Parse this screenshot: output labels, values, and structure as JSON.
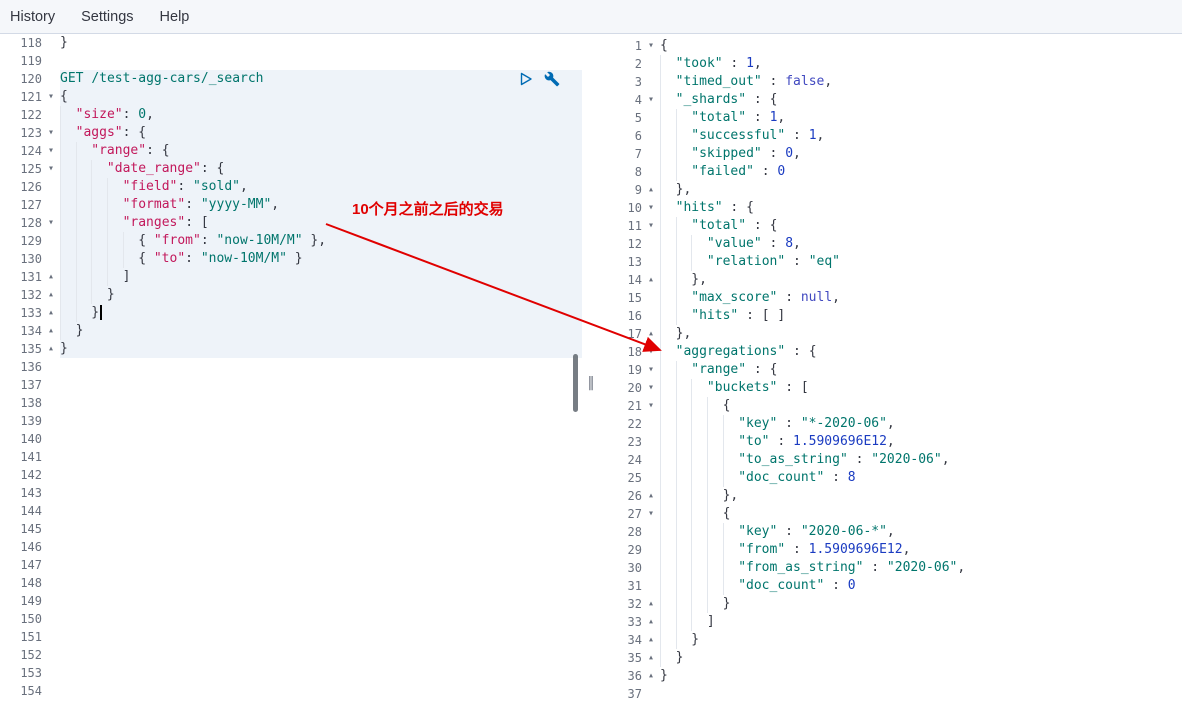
{
  "menu": {
    "items": [
      {
        "label": "History"
      },
      {
        "label": "Settings"
      },
      {
        "label": "Help"
      }
    ]
  },
  "colors": {
    "annotation_red": "#e00000",
    "request_highlight": "#eef3f9",
    "action_icon_blue": "#006bb4"
  },
  "icons": {
    "send_request": "play-icon",
    "request_options": "wrench-icon",
    "fold_open": "▾",
    "fold_close": "▴",
    "resizer": "‖"
  },
  "annotation": {
    "text": "10个月之前之后的交易"
  },
  "editor": {
    "last_visible_number": 154,
    "lines": [
      {
        "n": 118,
        "i": 0,
        "s": [
          [
            "}",
            "punc"
          ]
        ]
      },
      {
        "n": 119,
        "s": []
      },
      {
        "n": 120,
        "hl": true,
        "s": [
          [
            "GET",
            "method"
          ],
          [
            " ",
            "punc"
          ],
          [
            "/test-agg-cars/_search",
            "url"
          ]
        ]
      },
      {
        "n": 121,
        "f": "o",
        "hl": true,
        "i": 0,
        "s": [
          [
            "{",
            "punc"
          ]
        ]
      },
      {
        "n": 122,
        "hl": true,
        "i": 1,
        "s": [
          [
            "\"size\"",
            "key"
          ],
          [
            ": ",
            "punc"
          ],
          [
            "0",
            "num"
          ],
          [
            ",",
            "punc"
          ]
        ]
      },
      {
        "n": 123,
        "f": "o",
        "hl": true,
        "i": 1,
        "s": [
          [
            "\"aggs\"",
            "key"
          ],
          [
            ": ",
            "punc"
          ],
          [
            "{",
            "punc"
          ]
        ]
      },
      {
        "n": 124,
        "f": "o",
        "hl": true,
        "i": 2,
        "s": [
          [
            "\"range\"",
            "key"
          ],
          [
            ": ",
            "punc"
          ],
          [
            "{",
            "punc"
          ]
        ]
      },
      {
        "n": 125,
        "f": "o",
        "hl": true,
        "i": 3,
        "s": [
          [
            "\"date_range\"",
            "key"
          ],
          [
            ": ",
            "punc"
          ],
          [
            "{",
            "punc"
          ]
        ]
      },
      {
        "n": 126,
        "hl": true,
        "i": 4,
        "s": [
          [
            "\"field\"",
            "key"
          ],
          [
            ": ",
            "punc"
          ],
          [
            "\"sold\"",
            "str"
          ],
          [
            ",",
            "punc"
          ]
        ]
      },
      {
        "n": 127,
        "hl": true,
        "i": 4,
        "s": [
          [
            "\"format\"",
            "key"
          ],
          [
            ": ",
            "punc"
          ],
          [
            "\"yyyy-MM\"",
            "str"
          ],
          [
            ",",
            "punc"
          ]
        ]
      },
      {
        "n": 128,
        "f": "o",
        "hl": true,
        "i": 4,
        "s": [
          [
            "\"ranges\"",
            "key"
          ],
          [
            ": ",
            "punc"
          ],
          [
            "[",
            "punc"
          ]
        ]
      },
      {
        "n": 129,
        "hl": true,
        "i": 5,
        "s": [
          [
            "{ ",
            "punc"
          ],
          [
            "\"from\"",
            "key"
          ],
          [
            ": ",
            "punc"
          ],
          [
            "\"now-10M/M\"",
            "str"
          ],
          [
            " },",
            "punc"
          ]
        ]
      },
      {
        "n": 130,
        "hl": true,
        "i": 5,
        "s": [
          [
            "{ ",
            "punc"
          ],
          [
            "\"to\"",
            "key"
          ],
          [
            ": ",
            "punc"
          ],
          [
            "\"now-10M/M\"",
            "str"
          ],
          [
            " }",
            "punc"
          ]
        ]
      },
      {
        "n": 131,
        "f": "c",
        "hl": true,
        "i": 4,
        "s": [
          [
            "]",
            "punc"
          ]
        ]
      },
      {
        "n": 132,
        "f": "c",
        "hl": true,
        "i": 3,
        "s": [
          [
            "}",
            "punc"
          ]
        ]
      },
      {
        "n": 133,
        "f": "c",
        "hl": true,
        "i": 2,
        "s": [
          [
            "}",
            "punc"
          ]
        ],
        "cur": true
      },
      {
        "n": 134,
        "f": "c",
        "hl": true,
        "i": 1,
        "s": [
          [
            "}",
            "punc"
          ]
        ]
      },
      {
        "n": 135,
        "f": "c",
        "hl": true,
        "i": 0,
        "s": [
          [
            "}",
            "punc"
          ]
        ]
      }
    ]
  },
  "response": {
    "last_visible_number": 37,
    "lines": [
      {
        "n": 1,
        "f": "o",
        "i": 0,
        "s": [
          [
            "{",
            "punc"
          ]
        ]
      },
      {
        "n": 2,
        "i": 1,
        "s": [
          [
            "\"took\"",
            "key"
          ],
          [
            " : ",
            "punc"
          ],
          [
            "1",
            "num"
          ],
          [
            ",",
            "punc"
          ]
        ]
      },
      {
        "n": 3,
        "i": 1,
        "s": [
          [
            "\"timed_out\"",
            "key"
          ],
          [
            " : ",
            "punc"
          ],
          [
            "false",
            "lit"
          ],
          [
            ",",
            "punc"
          ]
        ]
      },
      {
        "n": 4,
        "f": "o",
        "i": 1,
        "s": [
          [
            "\"_shards\"",
            "key"
          ],
          [
            " : ",
            "punc"
          ],
          [
            "{",
            "punc"
          ]
        ]
      },
      {
        "n": 5,
        "i": 2,
        "s": [
          [
            "\"total\"",
            "key"
          ],
          [
            " : ",
            "punc"
          ],
          [
            "1",
            "num"
          ],
          [
            ",",
            "punc"
          ]
        ]
      },
      {
        "n": 6,
        "i": 2,
        "s": [
          [
            "\"successful\"",
            "key"
          ],
          [
            " : ",
            "punc"
          ],
          [
            "1",
            "num"
          ],
          [
            ",",
            "punc"
          ]
        ]
      },
      {
        "n": 7,
        "i": 2,
        "s": [
          [
            "\"skipped\"",
            "key"
          ],
          [
            " : ",
            "punc"
          ],
          [
            "0",
            "num"
          ],
          [
            ",",
            "punc"
          ]
        ]
      },
      {
        "n": 8,
        "i": 2,
        "s": [
          [
            "\"failed\"",
            "key"
          ],
          [
            " : ",
            "punc"
          ],
          [
            "0",
            "num"
          ]
        ]
      },
      {
        "n": 9,
        "f": "c",
        "i": 1,
        "s": [
          [
            "},",
            "punc"
          ]
        ]
      },
      {
        "n": 10,
        "f": "o",
        "i": 1,
        "s": [
          [
            "\"hits\"",
            "key"
          ],
          [
            " : ",
            "punc"
          ],
          [
            "{",
            "punc"
          ]
        ]
      },
      {
        "n": 11,
        "f": "o",
        "i": 2,
        "s": [
          [
            "\"total\"",
            "key"
          ],
          [
            " : ",
            "punc"
          ],
          [
            "{",
            "punc"
          ]
        ]
      },
      {
        "n": 12,
        "i": 3,
        "s": [
          [
            "\"value\"",
            "key"
          ],
          [
            " : ",
            "punc"
          ],
          [
            "8",
            "num"
          ],
          [
            ",",
            "punc"
          ]
        ]
      },
      {
        "n": 13,
        "i": 3,
        "s": [
          [
            "\"relation\"",
            "key"
          ],
          [
            " : ",
            "punc"
          ],
          [
            "\"eq\"",
            "str"
          ]
        ]
      },
      {
        "n": 14,
        "f": "c",
        "i": 2,
        "s": [
          [
            "},",
            "punc"
          ]
        ]
      },
      {
        "n": 15,
        "i": 2,
        "s": [
          [
            "\"max_score\"",
            "key"
          ],
          [
            " : ",
            "punc"
          ],
          [
            "null",
            "lit"
          ],
          [
            ",",
            "punc"
          ]
        ]
      },
      {
        "n": 16,
        "i": 2,
        "s": [
          [
            "\"hits\"",
            "key"
          ],
          [
            " : ",
            "punc"
          ],
          [
            "[ ]",
            "punc"
          ]
        ]
      },
      {
        "n": 17,
        "f": "c",
        "i": 1,
        "s": [
          [
            "},",
            "punc"
          ]
        ]
      },
      {
        "n": 18,
        "f": "o",
        "i": 1,
        "s": [
          [
            "\"aggregations\"",
            "key"
          ],
          [
            " : ",
            "punc"
          ],
          [
            "{",
            "punc"
          ]
        ]
      },
      {
        "n": 19,
        "f": "o",
        "i": 2,
        "s": [
          [
            "\"range\"",
            "key"
          ],
          [
            " : ",
            "punc"
          ],
          [
            "{",
            "punc"
          ]
        ]
      },
      {
        "n": 20,
        "f": "o",
        "i": 3,
        "s": [
          [
            "\"buckets\"",
            "key"
          ],
          [
            " : ",
            "punc"
          ],
          [
            "[",
            "punc"
          ]
        ]
      },
      {
        "n": 21,
        "f": "o",
        "i": 4,
        "s": [
          [
            "{",
            "punc"
          ]
        ]
      },
      {
        "n": 22,
        "i": 5,
        "s": [
          [
            "\"key\"",
            "key"
          ],
          [
            " : ",
            "punc"
          ],
          [
            "\"*-2020-06\"",
            "str"
          ],
          [
            ",",
            "punc"
          ]
        ]
      },
      {
        "n": 23,
        "i": 5,
        "s": [
          [
            "\"to\"",
            "key"
          ],
          [
            " : ",
            "punc"
          ],
          [
            "1.5909696E12",
            "num"
          ],
          [
            ",",
            "punc"
          ]
        ]
      },
      {
        "n": 24,
        "i": 5,
        "s": [
          [
            "\"to_as_string\"",
            "key"
          ],
          [
            " : ",
            "punc"
          ],
          [
            "\"2020-06\"",
            "str"
          ],
          [
            ",",
            "punc"
          ]
        ]
      },
      {
        "n": 25,
        "i": 5,
        "s": [
          [
            "\"doc_count\"",
            "key"
          ],
          [
            " : ",
            "punc"
          ],
          [
            "8",
            "num"
          ]
        ]
      },
      {
        "n": 26,
        "f": "c",
        "i": 4,
        "s": [
          [
            "},",
            "punc"
          ]
        ]
      },
      {
        "n": 27,
        "f": "o",
        "i": 4,
        "s": [
          [
            "{",
            "punc"
          ]
        ]
      },
      {
        "n": 28,
        "i": 5,
        "s": [
          [
            "\"key\"",
            "key"
          ],
          [
            " : ",
            "punc"
          ],
          [
            "\"2020-06-*\"",
            "str"
          ],
          [
            ",",
            "punc"
          ]
        ]
      },
      {
        "n": 29,
        "i": 5,
        "s": [
          [
            "\"from\"",
            "key"
          ],
          [
            " : ",
            "punc"
          ],
          [
            "1.5909696E12",
            "num"
          ],
          [
            ",",
            "punc"
          ]
        ]
      },
      {
        "n": 30,
        "i": 5,
        "s": [
          [
            "\"from_as_string\"",
            "key"
          ],
          [
            " : ",
            "punc"
          ],
          [
            "\"2020-06\"",
            "str"
          ],
          [
            ",",
            "punc"
          ]
        ]
      },
      {
        "n": 31,
        "i": 5,
        "s": [
          [
            "\"doc_count\"",
            "key"
          ],
          [
            " : ",
            "punc"
          ],
          [
            "0",
            "num"
          ]
        ]
      },
      {
        "n": 32,
        "f": "c",
        "i": 4,
        "s": [
          [
            "}",
            "punc"
          ]
        ]
      },
      {
        "n": 33,
        "f": "c",
        "i": 3,
        "s": [
          [
            "]",
            "punc"
          ]
        ]
      },
      {
        "n": 34,
        "f": "c",
        "i": 2,
        "s": [
          [
            "}",
            "punc"
          ]
        ]
      },
      {
        "n": 35,
        "f": "c",
        "i": 1,
        "s": [
          [
            "}",
            "punc"
          ]
        ]
      },
      {
        "n": 36,
        "f": "c",
        "i": 0,
        "s": [
          [
            "}",
            "punc"
          ]
        ]
      }
    ]
  }
}
